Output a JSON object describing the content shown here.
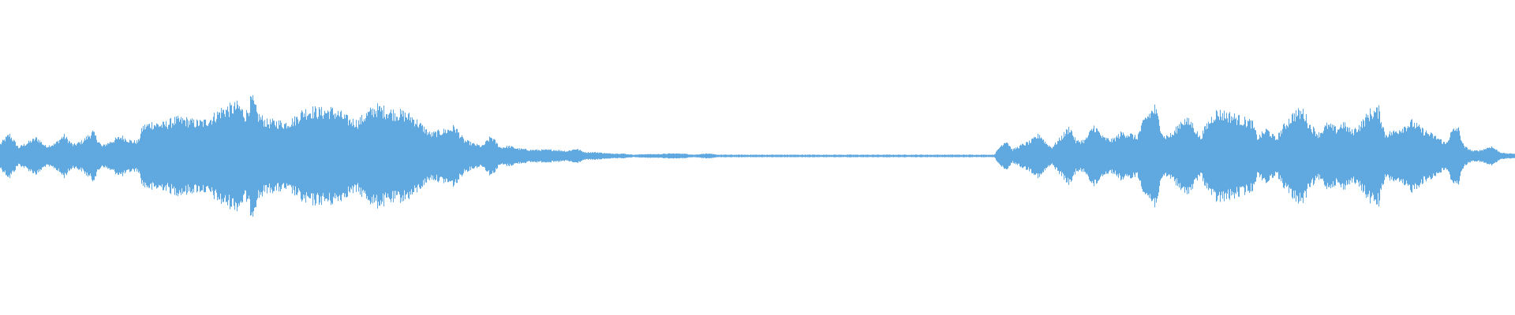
{
  "waveform": {
    "color": "#5fa8e0",
    "background": "#ffffff",
    "max_amplitude": 1.0,
    "envelope": [
      [
        0.0,
        0.1
      ],
      [
        0.006,
        0.18
      ],
      [
        0.012,
        0.07
      ],
      [
        0.018,
        0.11
      ],
      [
        0.024,
        0.15
      ],
      [
        0.03,
        0.08
      ],
      [
        0.036,
        0.1
      ],
      [
        0.042,
        0.17
      ],
      [
        0.048,
        0.09
      ],
      [
        0.054,
        0.12
      ],
      [
        0.061,
        0.2
      ],
      [
        0.067,
        0.08
      ],
      [
        0.073,
        0.12
      ],
      [
        0.08,
        0.16
      ],
      [
        0.087,
        0.12
      ],
      [
        0.091,
        0.12
      ],
      [
        0.094,
        0.24
      ],
      [
        0.1,
        0.27
      ],
      [
        0.108,
        0.26
      ],
      [
        0.115,
        0.3
      ],
      [
        0.122,
        0.3
      ],
      [
        0.128,
        0.28
      ],
      [
        0.134,
        0.28
      ],
      [
        0.14,
        0.32
      ],
      [
        0.146,
        0.38
      ],
      [
        0.152,
        0.4
      ],
      [
        0.157,
        0.42
      ],
      [
        0.162,
        0.34
      ],
      [
        0.166,
        0.48
      ],
      [
        0.17,
        0.34
      ],
      [
        0.176,
        0.28
      ],
      [
        0.182,
        0.28
      ],
      [
        0.188,
        0.27
      ],
      [
        0.194,
        0.3
      ],
      [
        0.2,
        0.37
      ],
      [
        0.206,
        0.38
      ],
      [
        0.212,
        0.37
      ],
      [
        0.218,
        0.38
      ],
      [
        0.224,
        0.35
      ],
      [
        0.23,
        0.3
      ],
      [
        0.236,
        0.28
      ],
      [
        0.242,
        0.35
      ],
      [
        0.248,
        0.4
      ],
      [
        0.254,
        0.38
      ],
      [
        0.26,
        0.36
      ],
      [
        0.266,
        0.35
      ],
      [
        0.272,
        0.32
      ],
      [
        0.278,
        0.25
      ],
      [
        0.284,
        0.18
      ],
      [
        0.29,
        0.2
      ],
      [
        0.296,
        0.22
      ],
      [
        0.3,
        0.24
      ],
      [
        0.306,
        0.13
      ],
      [
        0.312,
        0.1
      ],
      [
        0.318,
        0.08
      ],
      [
        0.324,
        0.16
      ],
      [
        0.33,
        0.07
      ],
      [
        0.336,
        0.08
      ],
      [
        0.342,
        0.06
      ],
      [
        0.35,
        0.05
      ],
      [
        0.358,
        0.05
      ],
      [
        0.366,
        0.05
      ],
      [
        0.374,
        0.04
      ],
      [
        0.38,
        0.06
      ],
      [
        0.386,
        0.03
      ],
      [
        0.394,
        0.03
      ],
      [
        0.402,
        0.02
      ],
      [
        0.41,
        0.02
      ],
      [
        0.418,
        0.01
      ],
      [
        0.426,
        0.015
      ],
      [
        0.434,
        0.015
      ],
      [
        0.442,
        0.02
      ],
      [
        0.45,
        0.02
      ],
      [
        0.458,
        0.01
      ],
      [
        0.466,
        0.02
      ],
      [
        0.474,
        0.01
      ],
      [
        0.482,
        0.01
      ],
      [
        0.49,
        0.01
      ],
      [
        0.498,
        0.01
      ],
      [
        0.506,
        0.01
      ],
      [
        0.514,
        0.01
      ],
      [
        0.522,
        0.01
      ],
      [
        0.53,
        0.01
      ],
      [
        0.538,
        0.01
      ],
      [
        0.546,
        0.01
      ],
      [
        0.554,
        0.01
      ],
      [
        0.562,
        0.01
      ],
      [
        0.57,
        0.01
      ],
      [
        0.578,
        0.01
      ],
      [
        0.586,
        0.01
      ],
      [
        0.594,
        0.01
      ],
      [
        0.602,
        0.01
      ],
      [
        0.61,
        0.01
      ],
      [
        0.618,
        0.01
      ],
      [
        0.626,
        0.01
      ],
      [
        0.634,
        0.01
      ],
      [
        0.642,
        0.01
      ],
      [
        0.65,
        0.01
      ],
      [
        0.656,
        0.01
      ],
      [
        0.66,
        0.08
      ],
      [
        0.664,
        0.13
      ],
      [
        0.668,
        0.05
      ],
      [
        0.674,
        0.09
      ],
      [
        0.68,
        0.12
      ],
      [
        0.686,
        0.18
      ],
      [
        0.69,
        0.11
      ],
      [
        0.694,
        0.07
      ],
      [
        0.7,
        0.15
      ],
      [
        0.706,
        0.24
      ],
      [
        0.71,
        0.12
      ],
      [
        0.716,
        0.13
      ],
      [
        0.722,
        0.25
      ],
      [
        0.728,
        0.15
      ],
      [
        0.734,
        0.13
      ],
      [
        0.74,
        0.19
      ],
      [
        0.746,
        0.18
      ],
      [
        0.75,
        0.15
      ],
      [
        0.756,
        0.32
      ],
      [
        0.762,
        0.4
      ],
      [
        0.768,
        0.16
      ],
      [
        0.774,
        0.18
      ],
      [
        0.78,
        0.3
      ],
      [
        0.786,
        0.28
      ],
      [
        0.792,
        0.15
      ],
      [
        0.796,
        0.25
      ],
      [
        0.802,
        0.36
      ],
      [
        0.808,
        0.35
      ],
      [
        0.814,
        0.33
      ],
      [
        0.82,
        0.3
      ],
      [
        0.826,
        0.28
      ],
      [
        0.83,
        0.15
      ],
      [
        0.836,
        0.22
      ],
      [
        0.842,
        0.14
      ],
      [
        0.848,
        0.26
      ],
      [
        0.854,
        0.35
      ],
      [
        0.86,
        0.37
      ],
      [
        0.864,
        0.26
      ],
      [
        0.87,
        0.18
      ],
      [
        0.876,
        0.26
      ],
      [
        0.882,
        0.22
      ],
      [
        0.886,
        0.27
      ],
      [
        0.892,
        0.2
      ],
      [
        0.898,
        0.26
      ],
      [
        0.904,
        0.36
      ],
      [
        0.91,
        0.38
      ],
      [
        0.914,
        0.18
      ],
      [
        0.92,
        0.2
      ],
      [
        0.926,
        0.24
      ],
      [
        0.932,
        0.28
      ],
      [
        0.938,
        0.22
      ],
      [
        0.944,
        0.18
      ],
      [
        0.95,
        0.14
      ],
      [
        0.954,
        0.1
      ],
      [
        0.958,
        0.2
      ],
      [
        0.962,
        0.24
      ],
      [
        0.966,
        0.08
      ],
      [
        0.972,
        0.04
      ],
      [
        0.978,
        0.05
      ],
      [
        0.984,
        0.08
      ],
      [
        0.99,
        0.03
      ],
      [
        0.994,
        0.02
      ],
      [
        1.0,
        0.02
      ]
    ]
  }
}
